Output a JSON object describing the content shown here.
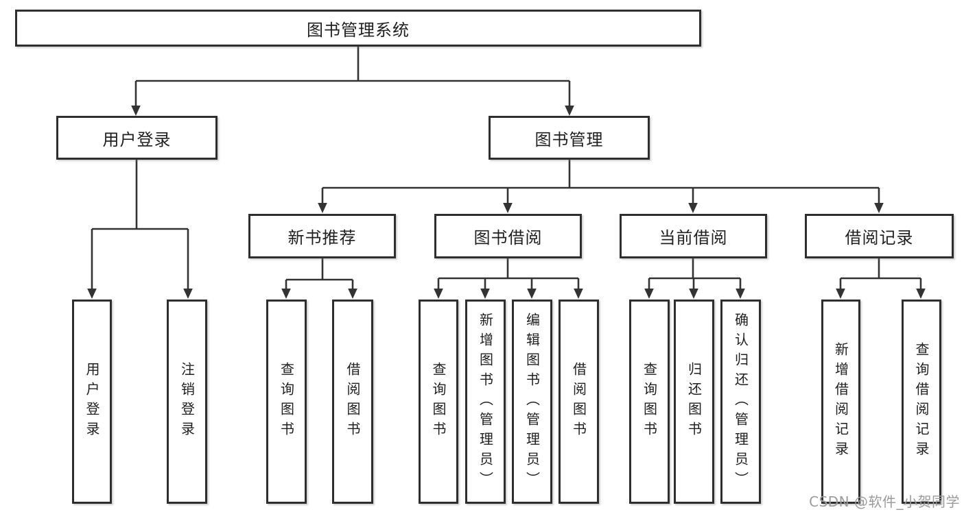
{
  "tree": {
    "root": "图书管理系统",
    "branches": [
      {
        "label": "用户登录",
        "children": [
          "用户登录",
          "注销登录"
        ]
      },
      {
        "label": "图书管理",
        "modules": [
          {
            "label": "新书推荐",
            "children": [
              "查询图书",
              "借阅图书"
            ]
          },
          {
            "label": "图书借阅",
            "children": [
              "查询图书",
              "新增图书（管理员）",
              "编辑图书（管理员）",
              "借阅图书"
            ]
          },
          {
            "label": "当前借阅",
            "children": [
              "查询图书",
              "归还图书",
              "确认归还（管理员）"
            ]
          },
          {
            "label": "借阅记录",
            "children": [
              "新增借阅记录",
              "查询借阅记录"
            ]
          }
        ]
      }
    ]
  },
  "watermark": {
    "text": "CSDN @软件_小贺同学"
  },
  "colors": {
    "background": "#ffffff",
    "line": "#333333",
    "border": "#2e2e2e",
    "text": "#1f1f1f",
    "watermark": "#9b9b9b"
  }
}
